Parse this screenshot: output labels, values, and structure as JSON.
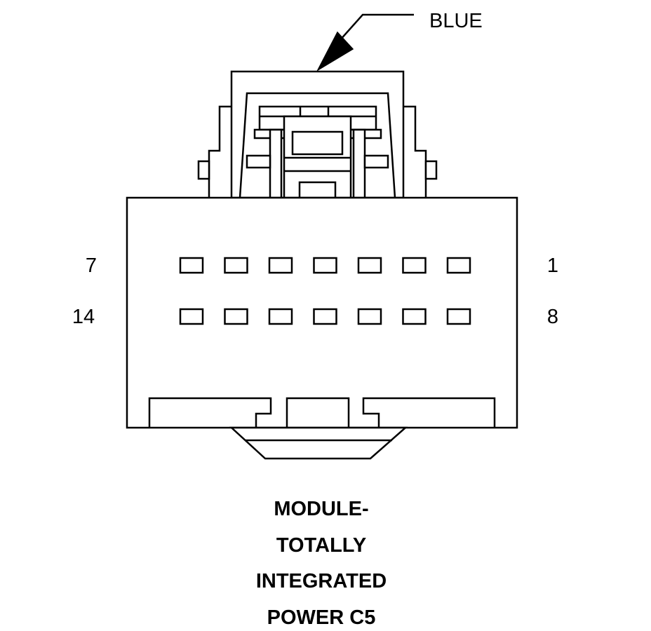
{
  "callout": {
    "label": "BLUE"
  },
  "pins": {
    "top_left": "7",
    "top_right": "1",
    "bottom_left": "14",
    "bottom_right": "8",
    "rows": 2,
    "cols": 7
  },
  "title_lines": [
    "MODULE-",
    "TOTALLY",
    "INTEGRATED",
    "POWER C5"
  ],
  "colors": {
    "line": "#000000",
    "background": "#ffffff"
  }
}
